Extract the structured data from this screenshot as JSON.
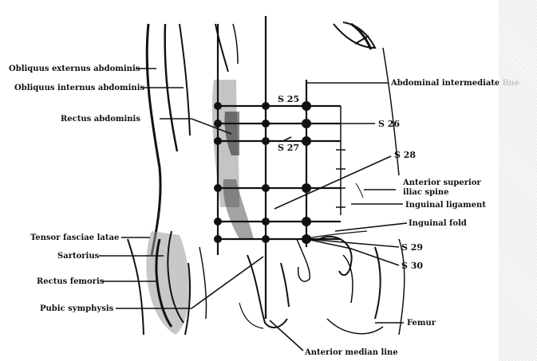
{
  "labels": {
    "obliquus_externus": "Obliquus externus abdominis",
    "obliquus_internus": "Obliquus internus abdominis",
    "rectus_abdominis": "Rectus abdominis",
    "tensor_fasciae_latae": "Tensor fasciae latae",
    "sartorius": "Sartorius",
    "rectus_femoris": "Rectus femoris",
    "pubic_symphysis": "Pubic symphysis",
    "abdominal_intermediate_line": "Abdominal intermediate line",
    "anterior_superior_iliac_spine_1": "Anterior superior",
    "anterior_superior_iliac_spine_2": "iliac spine",
    "inguinal_ligament": "Inguinal ligament",
    "inguinal_fold": "Inguinal fold",
    "femur": "Femur",
    "anterior_median_line": "Anterior median line"
  },
  "points": {
    "s25": "S 25",
    "s26": "S 26",
    "s27": "S 27",
    "s28": "S 28",
    "s29": "S 29",
    "s30": "S 30"
  }
}
